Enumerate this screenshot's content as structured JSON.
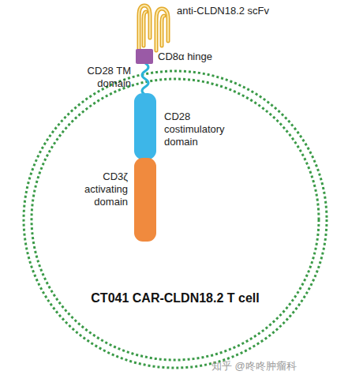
{
  "diagram": {
    "nodes": [
      {
        "text": [
          "anti-CLDN18.2 scFv"
        ]
      },
      {
        "text": [
          "CD8α hinge"
        ]
      },
      {
        "text": [
          "CD28 TM domain"
        ]
      },
      {
        "text": [
          "CD28 costimulatory domain"
        ]
      },
      {
        "text": [
          "CD3ζ activating domain"
        ]
      },
      {
        "text": [
          "CT041 CAR-CLDN18.2 T cell"
        ]
      }
    ],
    "labels": [
      "知乎 @咚咚肿瘤科"
    ]
  }
}
